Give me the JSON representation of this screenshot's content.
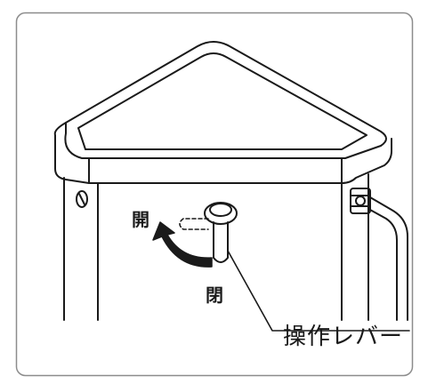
{
  "labels": {
    "open": "開",
    "close": "閉",
    "lever": "操作レバー"
  },
  "colors": {
    "line": "#1a1a1a",
    "frame_border": "#8c8c8c",
    "arrow_fill": "#1a1a1a",
    "background": "#ffffff"
  },
  "icons": {
    "arrow": "curved-arrow-icon"
  }
}
